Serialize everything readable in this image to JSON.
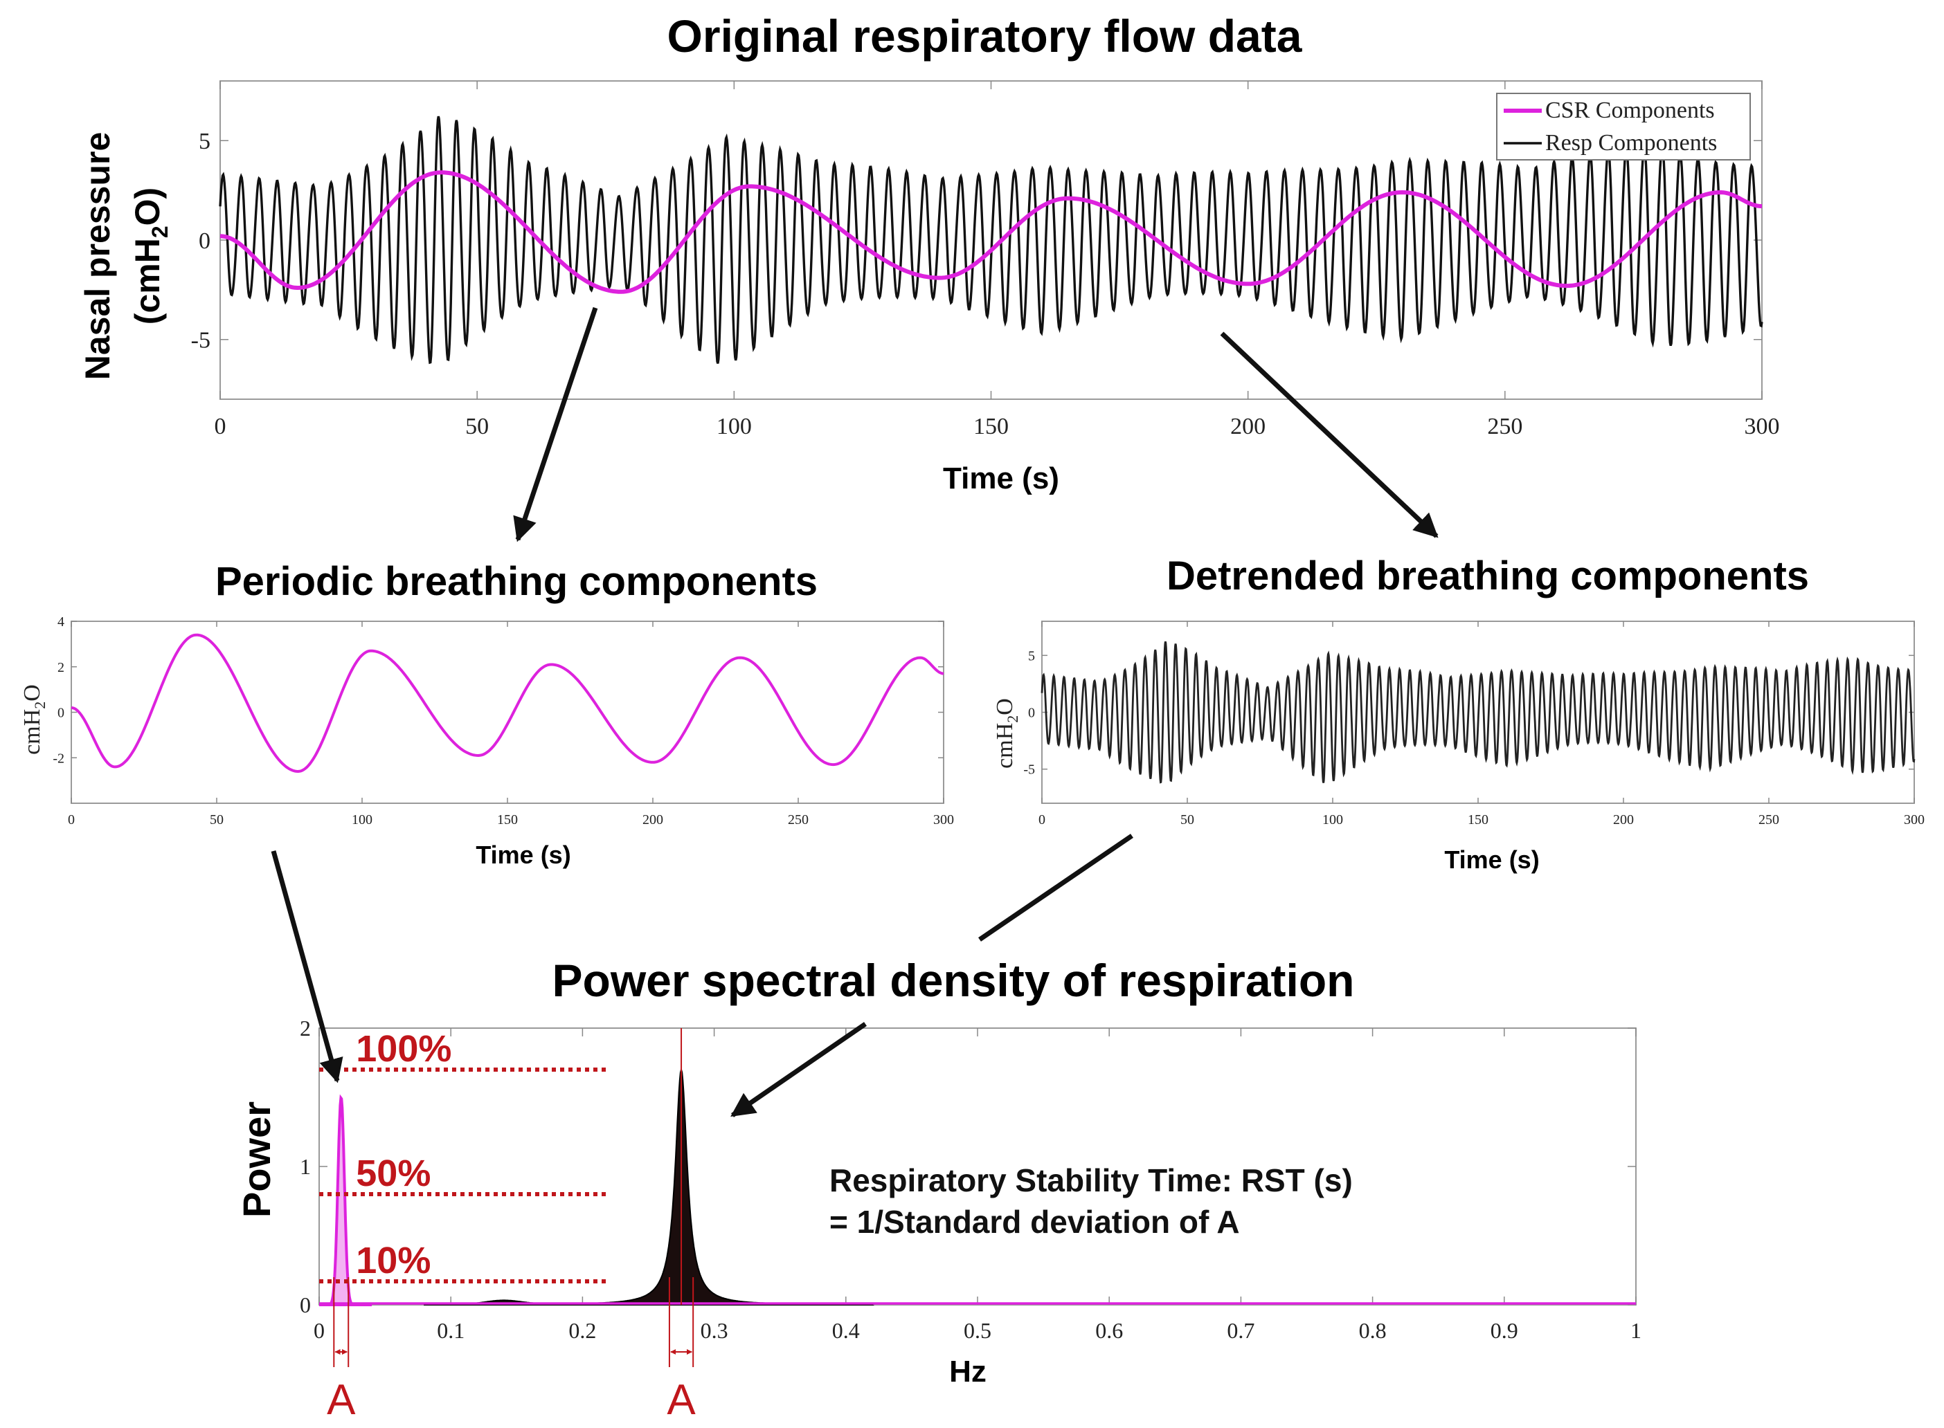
{
  "colors": {
    "csr": "#dd22dd",
    "resp": "#111111",
    "annot": "#c0161b",
    "frame": "#9a9a9a"
  },
  "chart_data": [
    {
      "type": "line",
      "title": "Original respiratory flow data",
      "xlabel": "Time (s)",
      "ylabel_line1": "Nasal pressure",
      "ylabel_line2": "(cmH",
      "ylabel_sub": "2",
      "ylabel_end": "O)",
      "xlim": [
        0,
        300
      ],
      "ylim": [
        -8,
        8
      ],
      "xticks": [
        0,
        50,
        100,
        150,
        200,
        250,
        300
      ],
      "yticks": [
        -5,
        0,
        5
      ],
      "legend": {
        "placement": "top-right",
        "entries": [
          "CSR Components",
          "Resp Components"
        ]
      },
      "series": [
        {
          "name": "CSR Components",
          "color": "#dd22dd",
          "points": [
            [
              0,
              0.2
            ],
            [
              15,
              -2.4
            ],
            [
              43,
              3.4
            ],
            [
              78,
              -2.6
            ],
            [
              103,
              2.7
            ],
            [
              140,
              -1.9
            ],
            [
              165,
              2.1
            ],
            [
              200,
              -2.2
            ],
            [
              230,
              2.4
            ],
            [
              262,
              -2.3
            ],
            [
              292,
              2.4
            ],
            [
              300,
              1.7
            ]
          ]
        },
        {
          "name": "Resp Components",
          "color": "#111111",
          "breath_period_s": 3.5,
          "amplitude_envelope": [
            [
              0,
              3.0
            ],
            [
              20,
              3.0
            ],
            [
              43,
              6.3
            ],
            [
              60,
              3.5
            ],
            [
              78,
              2.2
            ],
            [
              98,
              5.8
            ],
            [
              118,
              3.5
            ],
            [
              140,
              3.0
            ],
            [
              160,
              4.2
            ],
            [
              182,
              3.0
            ],
            [
              200,
              3.1
            ],
            [
              230,
              4.5
            ],
            [
              255,
              3.2
            ],
            [
              280,
              5.0
            ],
            [
              300,
              4.0
            ]
          ]
        }
      ]
    },
    {
      "type": "line",
      "title": "Periodic breathing components",
      "xlabel": "Time (s)",
      "ylabel_pre": "cmH",
      "ylabel_sub": "2",
      "ylabel_end": "O",
      "xlim": [
        0,
        300
      ],
      "ylim": [
        -4,
        4
      ],
      "xticks": [
        0,
        50,
        100,
        150,
        200,
        250,
        300
      ],
      "yticks": [
        -2,
        0,
        2,
        4
      ],
      "series": [
        {
          "name": "",
          "color": "#dd22dd",
          "points": [
            [
              0,
              0.2
            ],
            [
              15,
              -2.4
            ],
            [
              43,
              3.4
            ],
            [
              78,
              -2.6
            ],
            [
              103,
              2.7
            ],
            [
              140,
              -1.9
            ],
            [
              165,
              2.1
            ],
            [
              200,
              -2.2
            ],
            [
              230,
              2.4
            ],
            [
              262,
              -2.3
            ],
            [
              292,
              2.4
            ],
            [
              300,
              1.7
            ]
          ]
        }
      ]
    },
    {
      "type": "line",
      "title": "Detrended breathing components",
      "xlabel": "Time (s)",
      "ylabel_pre": "cmH",
      "ylabel_sub": "2",
      "ylabel_end": "O",
      "xlim": [
        0,
        300
      ],
      "ylim": [
        -8,
        8
      ],
      "xticks": [
        0,
        50,
        100,
        150,
        200,
        250,
        300
      ],
      "yticks": [
        -5,
        0,
        5
      ],
      "series": [
        {
          "name": "",
          "color": "#111111",
          "breath_period_s": 3.5,
          "amplitude_envelope": [
            [
              0,
              3.0
            ],
            [
              20,
              3.0
            ],
            [
              43,
              6.3
            ],
            [
              60,
              3.5
            ],
            [
              78,
              2.2
            ],
            [
              98,
              5.8
            ],
            [
              118,
              3.5
            ],
            [
              140,
              3.0
            ],
            [
              160,
              4.2
            ],
            [
              182,
              3.0
            ],
            [
              200,
              3.1
            ],
            [
              230,
              4.5
            ],
            [
              255,
              3.2
            ],
            [
              280,
              5.0
            ],
            [
              300,
              4.0
            ]
          ]
        }
      ]
    },
    {
      "type": "area",
      "title": "Power spectral density of respiration",
      "xlabel": "Hz",
      "ylabel": "Power",
      "xlim": [
        0,
        1
      ],
      "ylim": [
        0,
        2
      ],
      "xticks": [
        "0",
        "0.1",
        "0.2",
        "0.3",
        "0.4",
        "0.5",
        "0.6",
        "0.7",
        "0.8",
        "0.9",
        "1"
      ],
      "yticks": [
        0,
        1,
        2
      ],
      "series": [
        {
          "name": "",
          "color": "#dd22dd",
          "peak_hz": 0.0167,
          "peak_power": 1.5
        },
        {
          "name": "",
          "color": "#111111",
          "peak_hz": 0.275,
          "peak_power": 1.7
        }
      ],
      "levels": [
        {
          "label": "100%",
          "power": 1.7
        },
        {
          "label": "50%",
          "power": 0.8
        },
        {
          "label": "10%",
          "power": 0.17
        }
      ],
      "annotations": {
        "bandwidth_label": "A",
        "rst_line1": "Respiratory Stability  Time: RST (s)",
        "rst_line2": "= 1/Standard deviation of A"
      }
    }
  ]
}
